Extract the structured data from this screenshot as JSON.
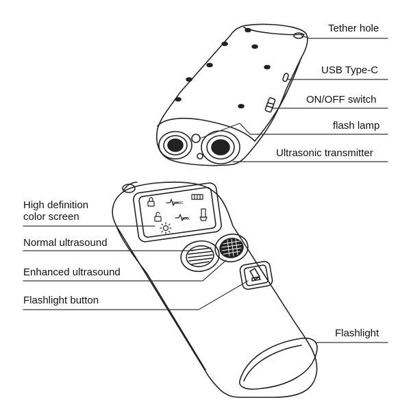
{
  "diagram": {
    "labels": {
      "tether_hole": "Tether hole",
      "usb_type_c": "USB Type-C",
      "on_off_switch": "ON/OFF switch",
      "flash_lamp": "flash lamp",
      "ultrasonic_transmitter": "Ultrasonic transmitter",
      "hd_screen_line1": "High definition",
      "hd_screen_line2": "color screen",
      "normal_ultrasound": "Normal ultrasound",
      "enhanced_ultrasound": "Enhanced ultrasound",
      "flashlight_button": "Flashlight button",
      "flashlight": "Flashlight"
    },
    "screen_text": {
      "top_tag": "SONIC",
      "bottom_tag": "MAX"
    },
    "colors": {
      "stroke": "#222222",
      "text": "#111111",
      "background": "#ffffff"
    }
  }
}
